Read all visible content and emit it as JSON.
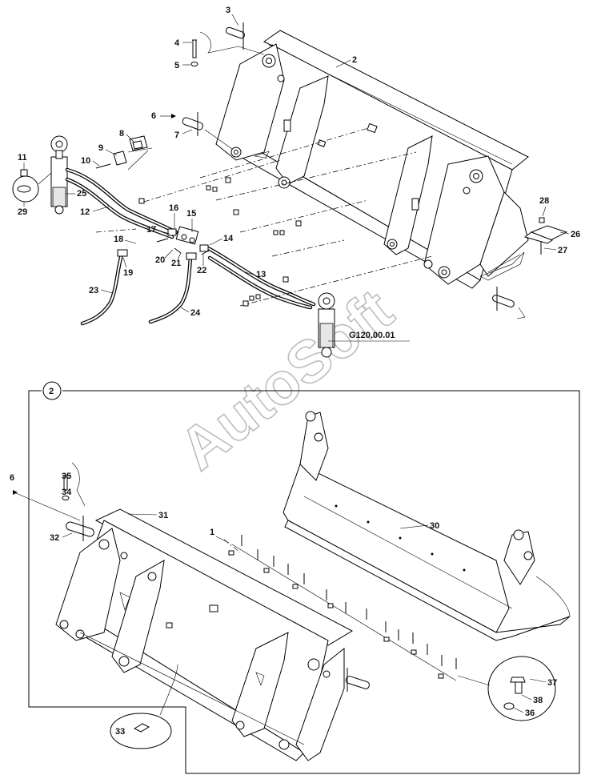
{
  "watermark": "AutoSoft",
  "reference_code": "G120.00.01",
  "detail_marker": "2",
  "callouts": [
    "1",
    "2",
    "3",
    "4",
    "5",
    "6",
    "7",
    "8",
    "9",
    "10",
    "11",
    "12",
    "13",
    "14",
    "15",
    "16",
    "17",
    "18",
    "19",
    "20",
    "21",
    "22",
    "23",
    "24",
    "25",
    "26",
    "27",
    "28",
    "29",
    "30",
    "31",
    "32",
    "33",
    "34",
    "35",
    "36",
    "37",
    "38"
  ],
  "detail_callouts": {
    "teeth_blade": "30",
    "bucket_shell": "31",
    "pin": "32",
    "wear_plate": "33",
    "bolt": "35",
    "washer": "34",
    "ref": "6",
    "bolt_set": "1",
    "nut": "36",
    "screw": "37",
    "spacer": "38"
  }
}
